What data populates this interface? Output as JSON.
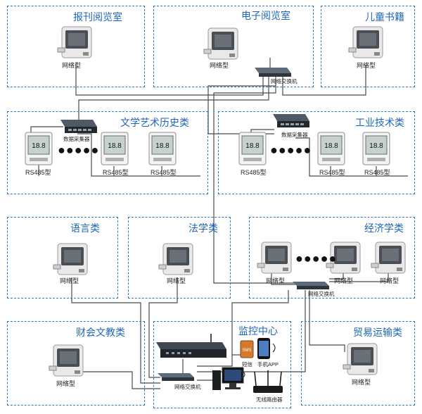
{
  "zones": {
    "newspaper": "报刊阅览室",
    "e_reading": "电子阅览室",
    "children": "儿童书籍",
    "literature": "文学艺术历史类",
    "industry": "工业技术类",
    "language": "语言类",
    "law": "法学类",
    "economy": "经济学类",
    "finance": "财会文教类",
    "monitor": "监控中心",
    "trade": "贸易运输类"
  },
  "labels": {
    "network_type": "网络型",
    "rs485_type": "RS485型",
    "collector": "数据采集器",
    "switch": "网络交换机",
    "sms": "短信",
    "phone_app": "手机APP",
    "router": "无线路由器",
    "dots": "●●●●●",
    "sms_badge": "SMS"
  },
  "colors": {
    "zone_border": "#2f77c7",
    "zone_title": "#1e66b8",
    "line": "#4a4a4a"
  }
}
